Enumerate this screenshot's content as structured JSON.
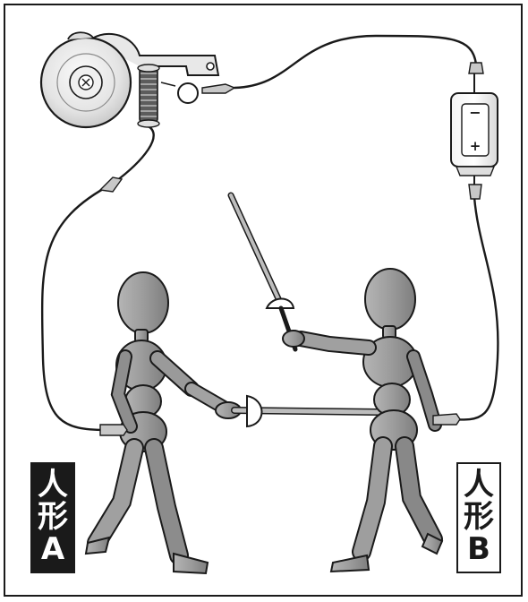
{
  "labels": {
    "doll_a": {
      "line1": "人",
      "line2": "形",
      "line3": "A"
    },
    "doll_b": {
      "line1": "人",
      "line2": "形",
      "line3": "B"
    }
  },
  "battery": {
    "minus": "−",
    "plus": "+"
  },
  "colors": {
    "outline": "#1a1a1a",
    "figure": "#9a9a9a",
    "figure_dark": "#7d7d7d",
    "bell": "#e6e6e6",
    "wire": "#1a1a1a"
  }
}
